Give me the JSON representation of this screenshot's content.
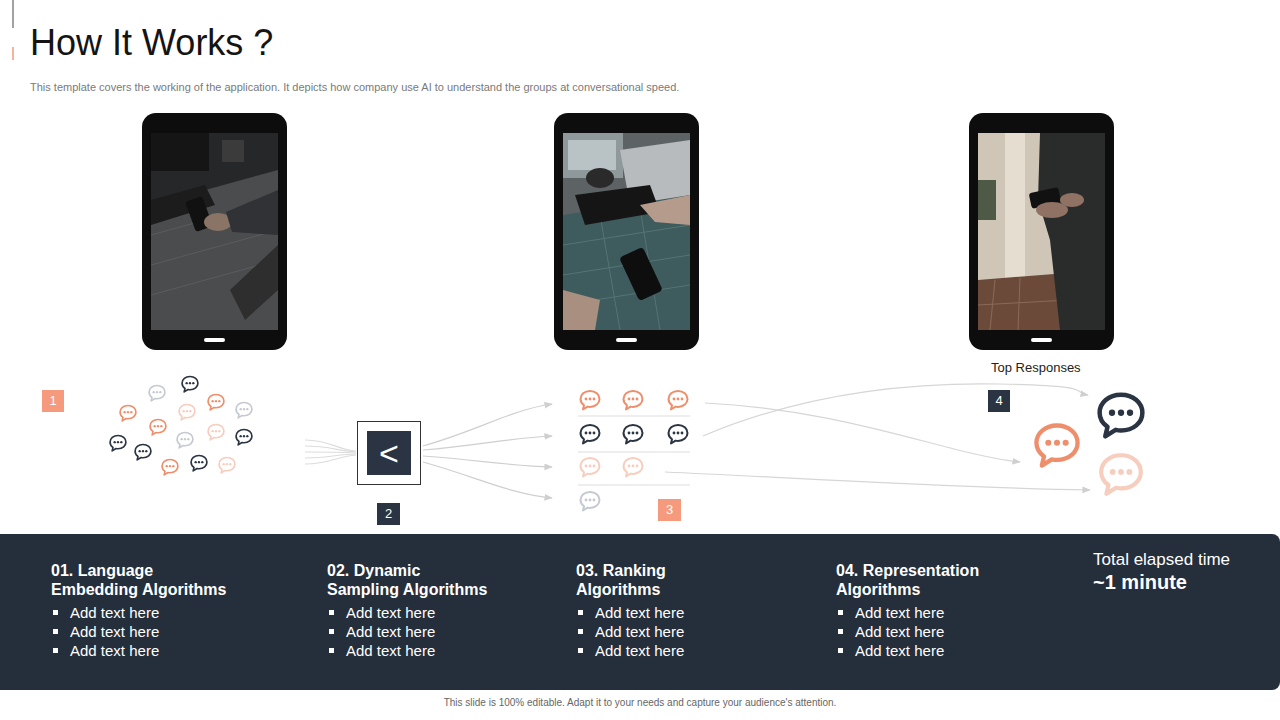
{
  "diagram": {
    "title": "How It Works ?",
    "caption": "This template covers the working of the application. It depicts how company use AI to understand the groups at conversational speed.",
    "nodes": [
      {
        "text": [
          "<"
        ]
      },
      {
        "text": [
          "Total elapsed time",
          "~1 minute"
        ]
      },
      {
        "text": [
          "01. Language Embedding Algorithms",
          "Add text here",
          "Add text here",
          "Add text here"
        ],
        "in": 1
      },
      {
        "text": [
          "02. Dynamic Sampling Algorithms",
          "Add text here",
          "Add text here",
          "Add text here"
        ],
        "in": 1
      },
      {
        "text": [
          "03. Ranking Algorithms",
          "Add text here",
          "Add text here",
          "Add text here"
        ],
        "in": 1
      },
      {
        "text": [
          "04. Representation Algorithms",
          "Add text here",
          "Add text here",
          "Add text here"
        ],
        "in": 1
      }
    ],
    "labels": [
      "1",
      "2",
      "3",
      "4",
      "Top Responses",
      "This slide is 100% editable. Adapt it to your needs and capture your audience's attention."
    ]
  }
}
